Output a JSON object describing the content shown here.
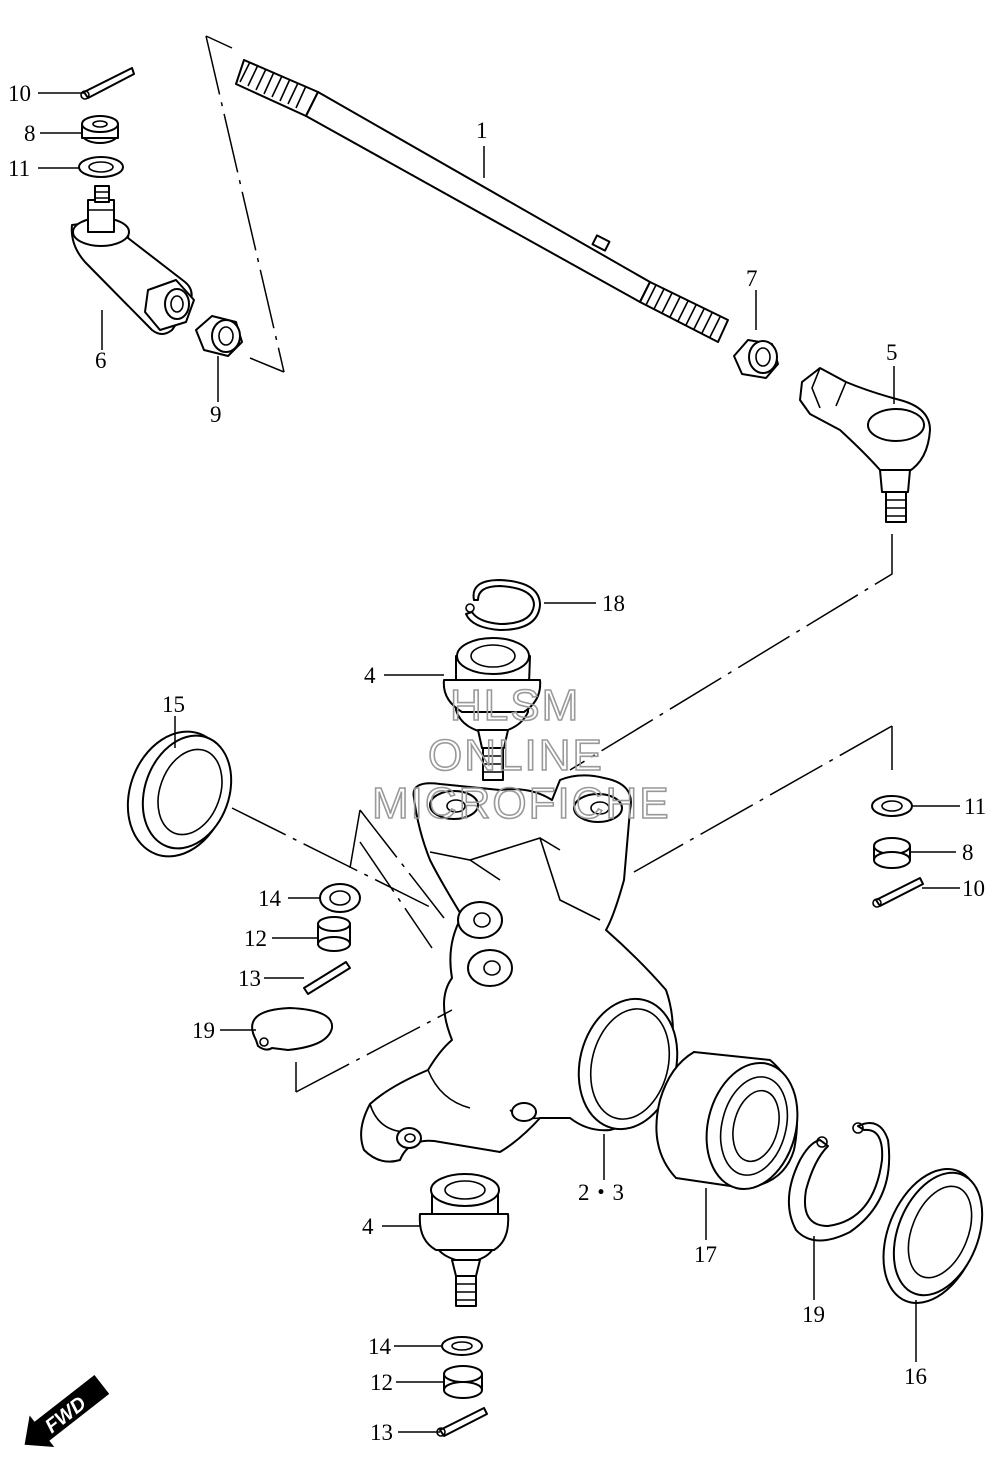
{
  "callouts": {
    "c1": "1",
    "c23": "2・3",
    "c4a": "4",
    "c4b": "4",
    "c5": "5",
    "c6": "6",
    "c7": "7",
    "c8a": "8",
    "c8b": "8",
    "c9": "9",
    "c10a": "10",
    "c10b": "10",
    "c11a": "11",
    "c11b": "11",
    "c12a": "12",
    "c12b": "12",
    "c13a": "13",
    "c13b": "13",
    "c14a": "14",
    "c14b": "14",
    "c15": "15",
    "c16": "16",
    "c17": "17",
    "c18": "18",
    "c19a": "19",
    "c19b": "19"
  },
  "watermark": {
    "line1": "HLSM",
    "line2": "ONLINE",
    "line3": "MICROFICHE"
  },
  "badge": {
    "fwd": "FWD"
  }
}
